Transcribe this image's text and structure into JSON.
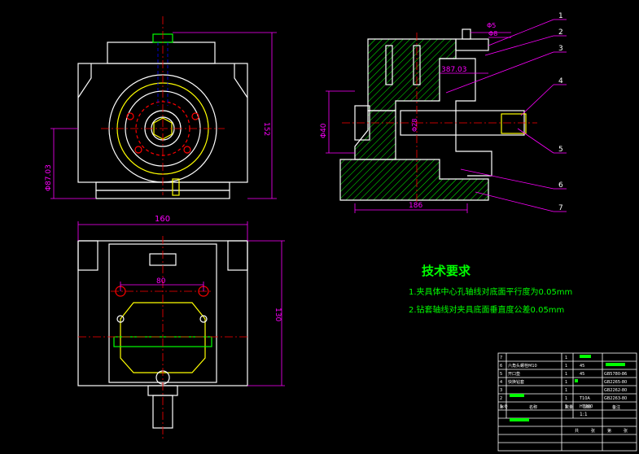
{
  "colors": {
    "background": "#000000",
    "outline": "#ffffff",
    "dimension": "#ff00ff",
    "hatch": "#00ff00",
    "center_line": "#ff0000",
    "hidden_line": "#0000ff",
    "accent": "#ffff00",
    "title_block": "#ffffff",
    "text_green": "#00ff00"
  },
  "dimensions": {
    "overall_width": "160",
    "overall_height": "152",
    "center_height": "Φ87.03",
    "plan_depth": "130",
    "hole_spacing": "80",
    "side_base_length": "186",
    "side_center_offset": "387.03",
    "side_bore_dia": "Φ40",
    "side_hole_1": "Φ5",
    "side_hole_2": "Φ8",
    "side_shaft": "Φ28"
  },
  "balloons": [
    "1",
    "2",
    "3",
    "4",
    "5",
    "6",
    "7"
  ],
  "tech_requirements": {
    "title": "技术要求",
    "items": [
      "1.夹具体中心孔轴线对底面平行度为0.05mm",
      "2.钻套轴线对夹具底面垂直度公差0.05mm"
    ]
  },
  "title_block": {
    "rows": [
      {
        "no": "7",
        "name": "",
        "qty": "1",
        "mat": "",
        "std": ""
      },
      {
        "no": "6",
        "name": "六角头螺栓M10",
        "qty": "1",
        "mat": "45",
        "std": ""
      },
      {
        "no": "5",
        "name": "开口垫",
        "qty": "1",
        "mat": "45",
        "std": "GB5780-86"
      },
      {
        "no": "4",
        "name": "快换钻套",
        "qty": "1",
        "mat": "",
        "std": "GB2265-80"
      },
      {
        "no": "3",
        "name": "",
        "qty": "1",
        "mat": "",
        "std": "GB2262-80"
      },
      {
        "no": "2",
        "name": "",
        "qty": "1",
        "mat": "T10A",
        "std": "GB2263-80"
      },
      {
        "no": "1",
        "name": "",
        "qty": "1",
        "mat": "HT200",
        "std": ""
      }
    ],
    "header": [
      "序号",
      "名称",
      "数量",
      "材料",
      "备注"
    ],
    "scale": "1:1",
    "sheet_labels": [
      "共",
      "张",
      "第",
      "张"
    ]
  }
}
